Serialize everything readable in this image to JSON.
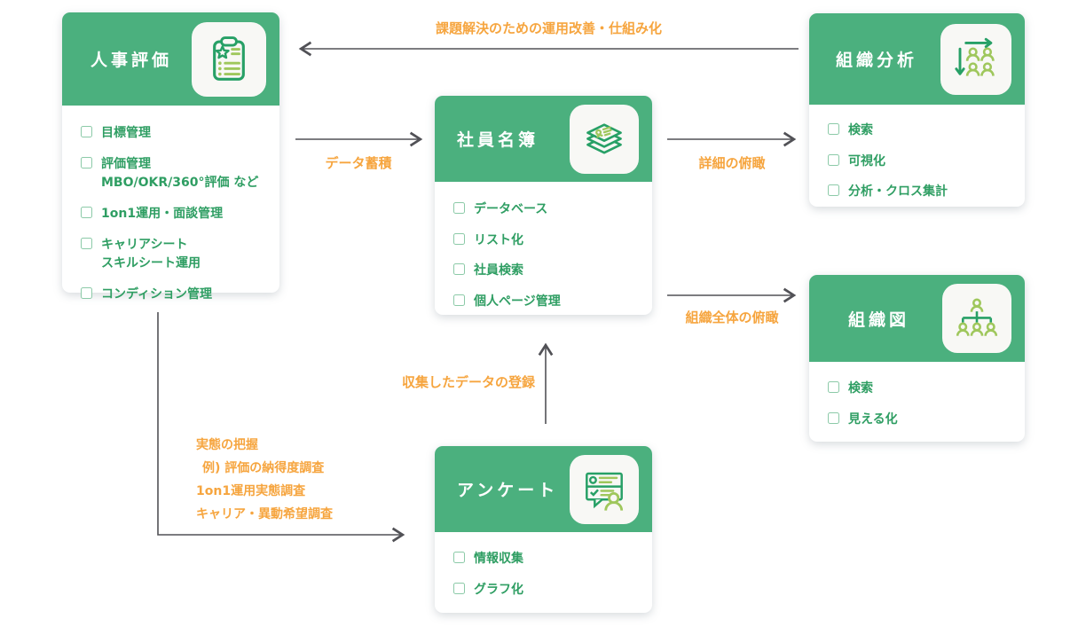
{
  "cards": [
    {
      "id": "hr-evaluation",
      "title": "人事評価",
      "icon": "clipboard-star-icon",
      "items": [
        {
          "label": "目標管理"
        },
        {
          "label": "評価管理",
          "sub": "MBO/OKR/360°評価 など"
        },
        {
          "label": "1on1運用・面談管理"
        },
        {
          "label": "キャリアシート",
          "sub": "スキルシート運用"
        },
        {
          "label": "コンディション管理"
        }
      ]
    },
    {
      "id": "employee-roster",
      "title": "社員名簿",
      "icon": "card-stack-icon",
      "items": [
        {
          "label": "データベース"
        },
        {
          "label": "リスト化"
        },
        {
          "label": "社員検索"
        },
        {
          "label": "個人ページ管理"
        }
      ]
    },
    {
      "id": "org-analysis",
      "title": "組織分析",
      "icon": "people-matrix-icon",
      "items": [
        {
          "label": "検索"
        },
        {
          "label": "可視化"
        },
        {
          "label": "分析・クロス集計"
        }
      ]
    },
    {
      "id": "org-chart",
      "title": "組織図",
      "icon": "org-tree-icon",
      "items": [
        {
          "label": "検索"
        },
        {
          "label": "見える化"
        }
      ]
    },
    {
      "id": "survey",
      "title": "アンケート",
      "icon": "survey-icon",
      "items": [
        {
          "label": "情報収集"
        },
        {
          "label": "グラフ化"
        }
      ]
    }
  ],
  "arrow_labels": {
    "improvement": "課題解決のための運用改善・仕組み化",
    "data_accumulation": "データ蓄積",
    "detail_overview": "詳細の俯瞰",
    "org_overview": "組織全体の俯瞰",
    "register_collected_data": "収集したデータの登録",
    "survey_purpose_lines": [
      "実態の把握",
      "例) 評価の納得度調査",
      "1on1運用実態調査",
      "キャリア・異動希望調査"
    ]
  },
  "colors": {
    "header_green": "#4bb07e",
    "item_text_green": "#2f9e63",
    "checkbox_border_green": "#8ccaa8",
    "label_orange": "#f6a53f",
    "arrow_gray": "#515156",
    "icon_dark_green": "#27a066",
    "icon_light_green": "#9fc75c",
    "icon_tile_bg": "#f8f8f5"
  }
}
